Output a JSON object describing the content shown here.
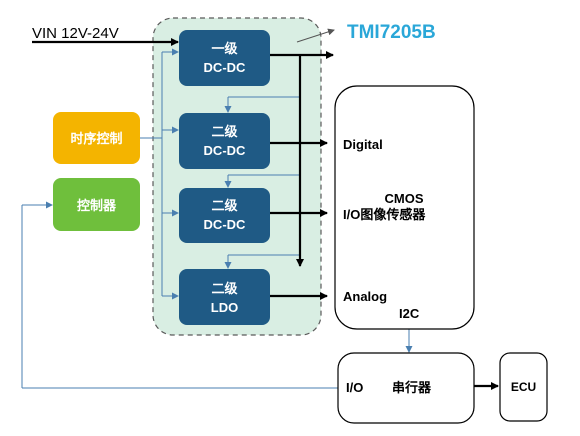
{
  "input_label": "VIN 12V-24V",
  "chip_name": "TMI7205B",
  "blocks": {
    "dcdc1": {
      "line1": "一级",
      "line2": "DC-DC"
    },
    "dcdc2": {
      "line1": "二级",
      "line2": "DC-DC"
    },
    "dcdc3": {
      "line1": "二级",
      "line2": "DC-DC"
    },
    "ldo": {
      "line1": "二级",
      "line2": "LDO"
    }
  },
  "timing_control": "时序控制",
  "controller": "控制器",
  "sensor": {
    "digital": "Digital",
    "cmos": "CMOS",
    "io_label": "I/O图像传感器",
    "analog": "Analog",
    "i2c": "I2C"
  },
  "serializer": {
    "io": "I/O",
    "name": "串行器"
  },
  "ecu": "ECU",
  "colors": {
    "block_fill": "#1f5a85",
    "chip_region_fill": "#d9eee3",
    "timing_fill": "#f4b400",
    "controller_fill": "#6fbf3c",
    "chip_name": "#2aa7d8",
    "signal_line": "#4a7fb0"
  }
}
